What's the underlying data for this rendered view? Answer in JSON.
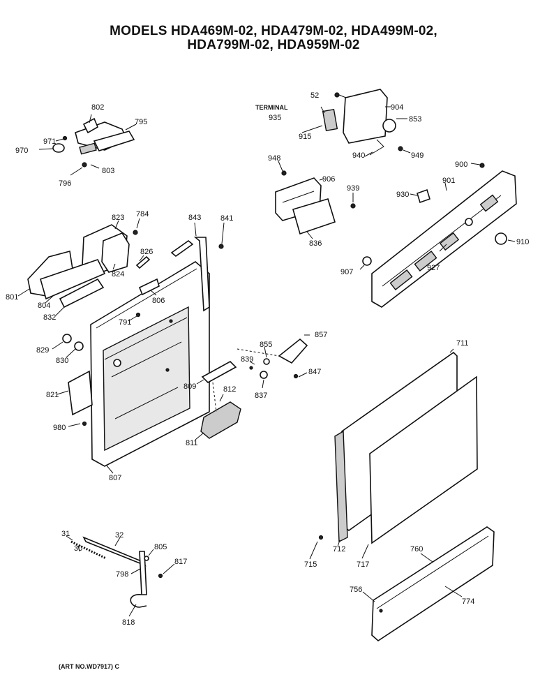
{
  "title": {
    "line1": "MODELS HDA469M-02, HDA479M-02, HDA499M-02,",
    "line2": "HDA799M-02, HDA959M-02"
  },
  "art_no": "(ART NO.WD7917) C",
  "terminal_caption": "TERMINAL",
  "part_labels": [
    "802",
    "795",
    "971",
    "970",
    "803",
    "796",
    "823",
    "784",
    "843",
    "841",
    "826",
    "824",
    "801",
    "804",
    "832",
    "806",
    "791",
    "829",
    "830",
    "821",
    "980",
    "807",
    "52",
    "935",
    "904",
    "853",
    "915",
    "940",
    "949",
    "948",
    "906",
    "939",
    "836",
    "900",
    "901",
    "930",
    "910",
    "907",
    "927",
    "855",
    "837",
    "839",
    "847",
    "857",
    "809",
    "812",
    "811",
    "711",
    "712",
    "715",
    "717",
    "31",
    "32",
    "30",
    "805",
    "798",
    "817",
    "818",
    "760",
    "756",
    "774"
  ]
}
